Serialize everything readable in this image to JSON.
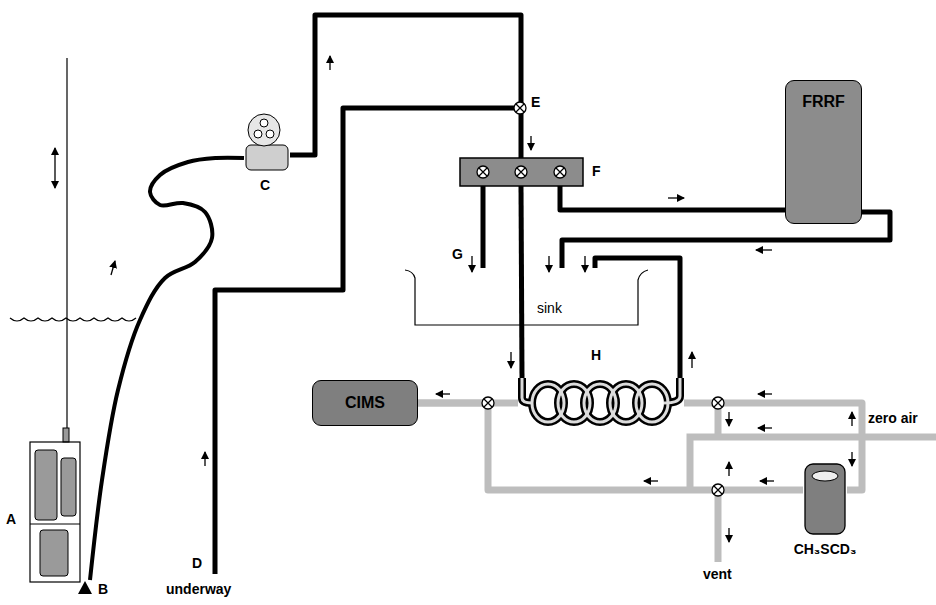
{
  "diagram": {
    "nodes": [
      {
        "text": [
          "A"
        ]
      },
      {
        "text": [
          "C"
        ]
      },
      {
        "text": [
          "F"
        ]
      },
      {
        "text": [
          "FRRF"
        ]
      },
      {
        "text": [
          "sink"
        ]
      },
      {
        "text": [
          "H"
        ]
      },
      {
        "text": [
          "CIMS"
        ]
      },
      {
        "text": [
          "CH₃SCD₃"
        ]
      }
    ],
    "edges": [
      {
        "from": 0,
        "to": 1,
        "arrow": "none"
      },
      {
        "from": 1,
        "to": 2,
        "arrow": "none"
      },
      {
        "from": 2,
        "to": 4,
        "label": "G",
        "arrow": "none"
      },
      {
        "from": 2,
        "to": 5,
        "arrow": "none"
      },
      {
        "from": 2,
        "to": 3,
        "arrow": "none"
      },
      {
        "from": 3,
        "to": 4,
        "arrow": "none"
      },
      {
        "from": 5,
        "to": 4,
        "arrow": "none"
      },
      {
        "from": 5,
        "to": 6,
        "arrow": "none"
      },
      {
        "from": 7,
        "to": 6,
        "arrow": "none"
      },
      {
        "from": 7,
        "to": 5,
        "arrow": "none"
      }
    ],
    "labels": [
      "B",
      "D",
      "underway",
      "E",
      "vent",
      "zero air"
    ]
  }
}
